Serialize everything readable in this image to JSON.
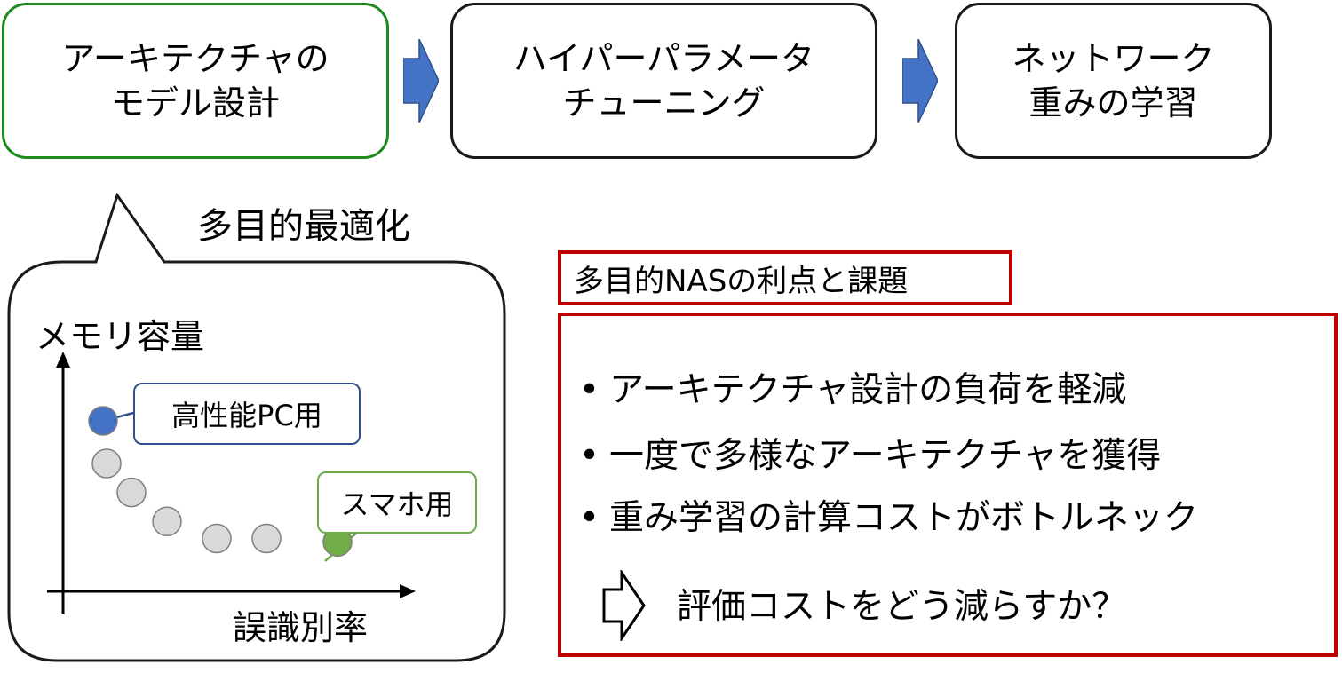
{
  "pipeline": {
    "steps": [
      {
        "line1": "アーキテクチャの",
        "line2": "モデル設計"
      },
      {
        "line1": "ハイパーパラメータ",
        "line2": "チューニング"
      },
      {
        "line1": "ネットワーク",
        "line2": "重みの学習"
      }
    ]
  },
  "bubble": {
    "title": "多目的最適化",
    "ylabel": "メモリ容量",
    "xlabel": "誤識別率",
    "callout_pc": "高性能PC用",
    "callout_smartphone": "スマホ用"
  },
  "chart_data": {
    "type": "scatter",
    "xlabel": "誤識別率",
    "ylabel": "メモリ容量",
    "points": [
      {
        "x": 1,
        "y": 10,
        "label": "高性能PC用",
        "color": "#4472c4"
      },
      {
        "x": 1.1,
        "y": 7.5,
        "color": "#d9d9d9"
      },
      {
        "x": 1.8,
        "y": 5.8,
        "color": "#d9d9d9"
      },
      {
        "x": 2.8,
        "y": 4.1,
        "color": "#d9d9d9"
      },
      {
        "x": 4.2,
        "y": 3.1,
        "color": "#d9d9d9"
      },
      {
        "x": 5.6,
        "y": 3.1,
        "color": "#d9d9d9"
      },
      {
        "x": 7.6,
        "y": 2.9,
        "label": "スマホ用",
        "color": "#70ad47"
      }
    ]
  },
  "issues": {
    "title": "多目的NASの利点と課題",
    "bullets": [
      "アーキテクチャ設計の負荷を軽減",
      "一度で多様なアーキテクチャを獲得",
      "重み学習の計算コストがボトルネック"
    ],
    "bullet_char": "•",
    "conclusion": "評価コストをどう減らすか？"
  },
  "colors": {
    "step1_border": "#1e8a1e",
    "arrow_fill": "#4472c4",
    "issues_border": "#c00000"
  }
}
